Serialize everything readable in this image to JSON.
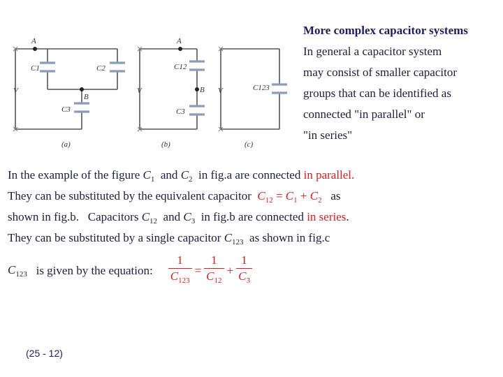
{
  "diagram": {
    "a": {
      "label_A": "A",
      "label_B": "B",
      "label_C1": "C1",
      "label_C2": "C2",
      "label_C3": "C3",
      "label_V": "V",
      "caption": "(a)"
    },
    "b": {
      "label_A": "A",
      "label_B": "B",
      "label_C12": "C12",
      "label_C3": "C3",
      "label_V": "V",
      "caption": "(b)"
    },
    "c": {
      "label_C123": "C123",
      "label_V": "V",
      "caption": "(c)"
    }
  },
  "right_panel": {
    "title": "More complex capacitor systems",
    "lines": [
      "In general a capacitor system",
      "may consist of smaller capacitor",
      "groups that can be identified as",
      "connected \"in parallel\" or",
      "\"in series\""
    ]
  },
  "body": {
    "l1_a": "In the example of the figure",
    "l1_c1": "C",
    "l1_c1_sub": "1",
    "l1_and": "and",
    "l1_c2": "C",
    "l1_c2_sub": "2",
    "l1_b": "in fig.a are connected",
    "l1_red": "in parallel.",
    "l2_a": "They can be substituted by the equivalent capacitor",
    "l2_eq_c12": "C",
    "l2_eq_c12_sub": "12",
    "l2_eq_sign": "=",
    "l2_eq_c1": "C",
    "l2_eq_c1_sub": "1",
    "l2_eq_plus": "+",
    "l2_eq_c2": "C",
    "l2_eq_c2_sub": "2",
    "l2_b": "as",
    "l3_a": "shown in fig.b.   Capacitors",
    "l3_c12": "C",
    "l3_c12_sub": "12",
    "l3_and": "and",
    "l3_c3": "C",
    "l3_c3_sub": "3",
    "l3_b": "in fig.b are connected",
    "l3_red": "in series",
    "l3_dot": ".",
    "l4_a": "They can be substituted by a single capacitor",
    "l4_c123": "C",
    "l4_c123_sub": "123",
    "l4_b": "as shown in fig.c",
    "l5_c123": "C",
    "l5_c123_sub": "123",
    "l5_a": "is given by the equation:",
    "eq": {
      "num1": "1",
      "den1": "C",
      "den1_sub": "123",
      "equals": "=",
      "num2": "1",
      "den2": "C",
      "den2_sub": "12",
      "plus": "+",
      "num3": "1",
      "den3": "C",
      "den3_sub": "3"
    }
  },
  "footer": "(25 - 12)"
}
